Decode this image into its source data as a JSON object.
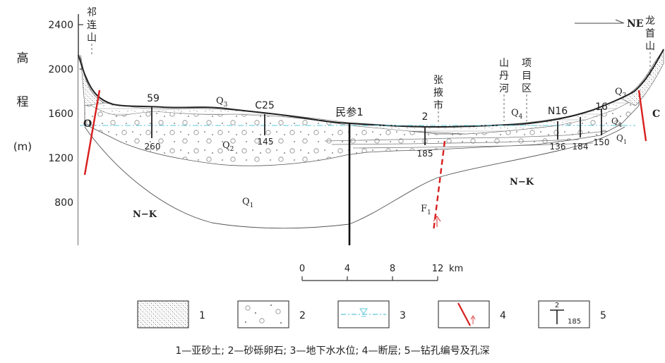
{
  "yaxis": {
    "title_chars": [
      "高",
      "程",
      "(m)"
    ],
    "ticks": [
      "2400",
      "2000",
      "1600",
      "1200",
      "800"
    ]
  },
  "places": {
    "qilian": [
      "祁",
      "连",
      "山"
    ],
    "zhangye": [
      "张",
      "掖",
      "市"
    ],
    "shandan": [
      "山",
      "丹",
      "河"
    ],
    "project": [
      "项",
      "目",
      "区"
    ],
    "longshou": [
      "龙",
      "首",
      "山"
    ]
  },
  "direction": "NE",
  "wells": {
    "w59": {
      "name": "59",
      "depth": "260"
    },
    "c25": {
      "name": "C25",
      "depth": "145"
    },
    "minshen": {
      "name": "民参1"
    },
    "w2": {
      "name": "2",
      "depth": "185"
    },
    "n16": {
      "name": "N16",
      "depth": "136"
    },
    "w16": {
      "name": "16",
      "depth": "150"
    },
    "extra_depth": "184"
  },
  "strata": {
    "q3_left": "Q",
    "q3_left_sub": "3",
    "q2": "Q",
    "q2_sub": "2",
    "q1": "Q",
    "q1_sub": "1",
    "q4_mid": "Q",
    "q4_mid_sub": "4",
    "q3_right": "Q",
    "q3_right_sub": "3",
    "q4_right": "Q",
    "q4_right_sub": "4",
    "q1_right": "Q",
    "q1_right_sub": "1",
    "nk_left": "N−K",
    "nk_right": "N−K",
    "o_left": "O",
    "c_right": "C",
    "fault": "F",
    "fault_sub": "1"
  },
  "scale": {
    "ticks": [
      "0",
      "4",
      "8",
      "12"
    ],
    "unit": "km"
  },
  "legend": {
    "items": [
      {
        "num": "1"
      },
      {
        "num": "2"
      },
      {
        "num": "3"
      },
      {
        "num": "4"
      },
      {
        "num": "5",
        "sample_top": "2",
        "sample_depth": "185"
      }
    ],
    "caption": "1—亚砂土; 2—砂砾卵石; 3—地下水水位; 4—断层; 5—钻孔编号及孔深"
  },
  "colors": {
    "fault": "#d81e1e",
    "water": "#5ec8d8",
    "line": "#333333"
  }
}
